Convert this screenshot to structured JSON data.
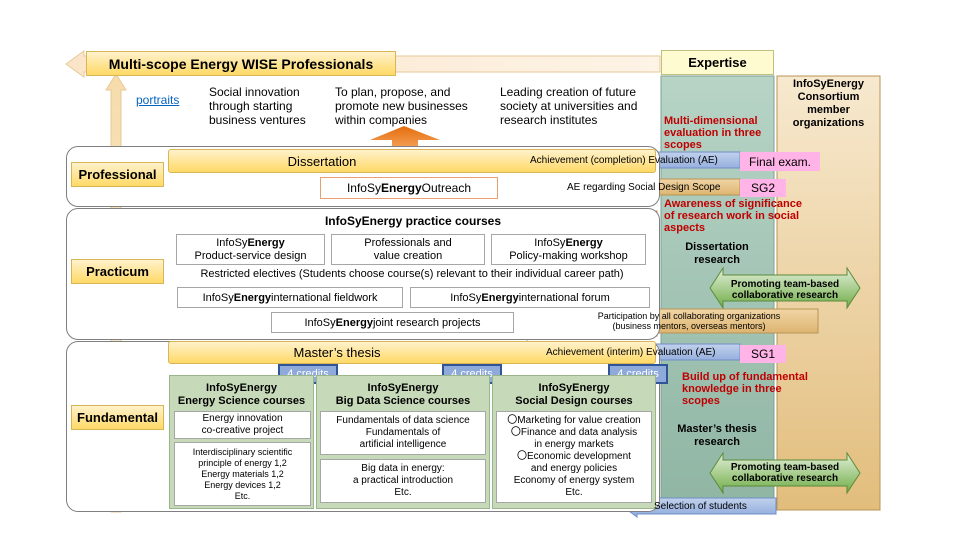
{
  "header": {
    "title": "Multi-scope Energy WISE Professionals",
    "expertise": "Expertise",
    "consortium": "InfoSyEnergy Consortium member organizations",
    "portraits": "portraits",
    "goals": [
      "Social innovation through starting business ventures",
      "To plan, propose, and promote new businesses within companies",
      "Leading creation of future society at universities and research institutes"
    ]
  },
  "levels": {
    "professional": "Professional",
    "practicum": "Practicum",
    "fundamental": "Fundamental"
  },
  "professional": {
    "dissertation": "Dissertation",
    "outreach_pre": "InfoSy",
    "outreach_bold": "Energy",
    "outreach_post": " Outreach",
    "eval_arrow": "Achievement (completion) Evaluation (AE)",
    "final_exam": "Final exam.",
    "social_arrow": "AE regarding Social Design Scope",
    "sg2": "SG2"
  },
  "practicum": {
    "title": "InfoSyEnergy practice courses",
    "c1_pre": "InfoSy",
    "c1_bold": "Energy",
    "c1_line2": "Product-service design",
    "c2_line1": "Professionals and",
    "c2_line2": "value creation",
    "c3_pre": "InfoSy",
    "c3_bold": "Energy",
    "c3_line2": "Policy-making workshop",
    "electives": "Restricted electives (Students choose course(s) relevant to their individual career path)",
    "fieldwork_pre": "InfoSy",
    "fieldwork_bold": "Energy",
    "fieldwork_post": " international fieldwork",
    "forum_pre": "InfoSy",
    "forum_bold": "Energy",
    "forum_post": " international forum",
    "joint_pre": "InfoSy",
    "joint_bold": "Energy",
    "joint_post": " joint research projects",
    "participation_1": "Participation  by all collaborating organizations",
    "participation_2": "(business mentors, overseas mentors)"
  },
  "masters": {
    "thesis": "Master’s thesis",
    "eval_arrow": "Achievement (interim) Evaluation (AE)",
    "sg1": "SG1"
  },
  "fundamental": {
    "credits": "4 credits",
    "energy": {
      "title_1": "InfoSyEnergy",
      "title_2": "Energy Science courses",
      "box1": [
        "Energy innovation",
        "co-creative project"
      ],
      "box2": [
        "Interdisciplinary  scientific",
        "principle of energy 1,2",
        "Energy materials 1,2",
        "Energy devices 1,2",
        "Etc."
      ]
    },
    "bigdata": {
      "title_1": "InfoSyEnergy",
      "title_2": "Big Data Science courses",
      "box1": [
        "Fundamentals of data science",
        "Fundamentals of",
        "artificial intelligence"
      ],
      "box2": [
        "Big data in energy:",
        "a practical introduction",
        "Etc."
      ]
    },
    "social": {
      "title_1": "InfoSyEnergy",
      "title_2": "Social Design courses",
      "box1": [
        "〇Marketing for value creation",
        "〇Finance and data analysis",
        "in energy markets",
        "〇Economic development",
        "and energy policies",
        "Economy of energy system",
        "Etc."
      ]
    },
    "selection": "Selection of students"
  },
  "expertise_column": {
    "multi": "Multi-dimensional evaluation in three scopes",
    "awareness": "Awareness of significance of research work in social aspects",
    "dissertation_research": "Dissertation research",
    "build_up": "Build up of fundamental knowledge in three scopes",
    "masters_research": "Master’s thesis research",
    "promoting_1": "Promoting team-based collaborative research",
    "promoting_2": "Promoting team-based collaborative research"
  },
  "colors": {
    "yellow": "#ffd966",
    "orange": "#f4a460",
    "green": "#c6d9b8",
    "teal": "#9fc2b4",
    "tan": "#f2dcb3",
    "blue_arrow": "#8eaadb",
    "red_text": "#c00000"
  }
}
